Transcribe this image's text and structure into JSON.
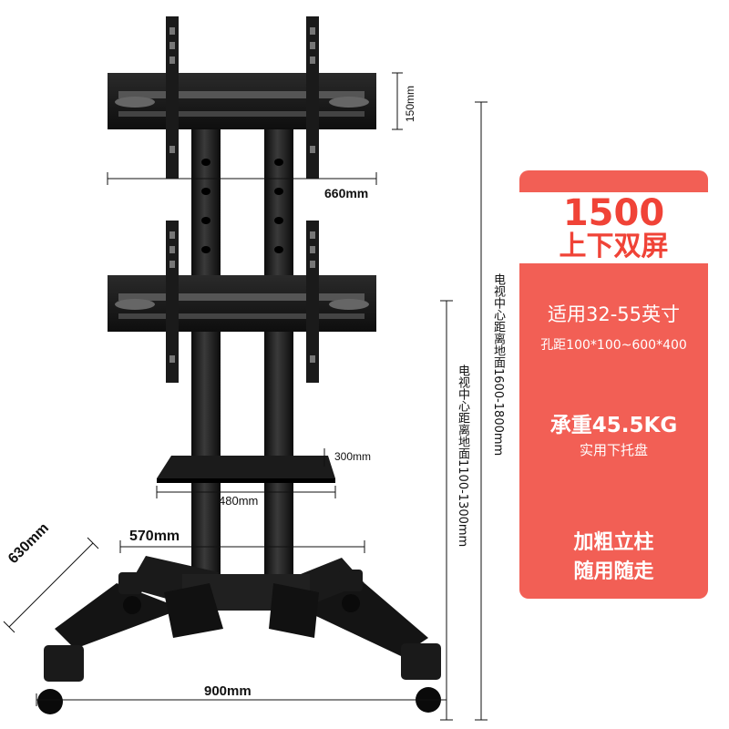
{
  "dimensions": {
    "bracket_height": "150mm",
    "bracket_width": "660mm",
    "tray_depth": "300mm",
    "tray_width": "480mm",
    "inner_base": "570mm",
    "base_depth": "630mm",
    "base_width": "900mm",
    "upper_center_height": "电视中心距离地面1600-1800mm",
    "lower_center_height": "电视中心距离地面1100-1300mm"
  },
  "panel": {
    "headline_number": "1500",
    "headline_sub": "上下双屏",
    "size_range": "适用32-55英寸",
    "hole_spacing": "孔距100*100~600*400",
    "load_capacity": "承重45.5KG",
    "tray_note": "实用下托盘",
    "feature_1": "加粗立柱",
    "feature_2": "随用随走"
  },
  "colors": {
    "panel_red": "#f25f55",
    "headline_red": "#f04337",
    "stand_black": "#1a1a1a"
  }
}
